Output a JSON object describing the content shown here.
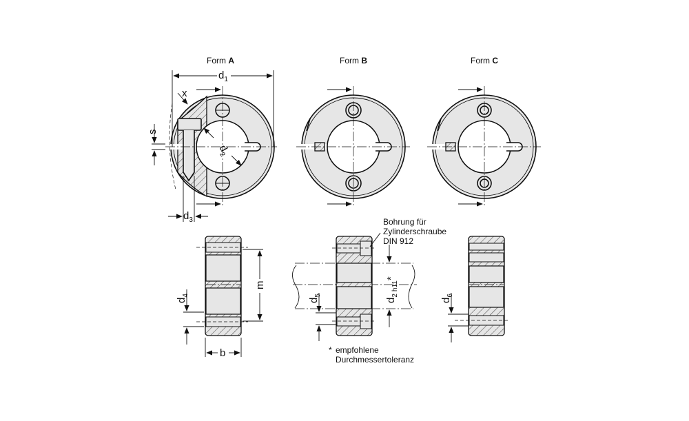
{
  "forms": [
    {
      "prefix": "Form ",
      "letter": "A"
    },
    {
      "prefix": "Form ",
      "letter": "B"
    },
    {
      "prefix": "Form ",
      "letter": "C"
    }
  ],
  "dims": {
    "d1": {
      "main": "d",
      "sub": "1"
    },
    "d2": {
      "main": "d",
      "sub": "2"
    },
    "d3": {
      "main": "d",
      "sub": "3"
    },
    "d4": {
      "main": "d",
      "sub": "4"
    },
    "d5": {
      "main": "d",
      "sub": "5"
    },
    "d6": {
      "main": "d",
      "sub": "6"
    },
    "d2h11": {
      "main": "d",
      "sub": "2",
      "tol": "h11",
      "star": "*"
    },
    "x": "x",
    "s": "s",
    "m": "m",
    "b": "b"
  },
  "callout": [
    "Bohrung für",
    "Zylinderschraube",
    "DIN 912"
  ],
  "footnote": {
    "star": "*",
    "lines": [
      "empfohlene",
      "Durchmessertoleranz"
    ]
  }
}
